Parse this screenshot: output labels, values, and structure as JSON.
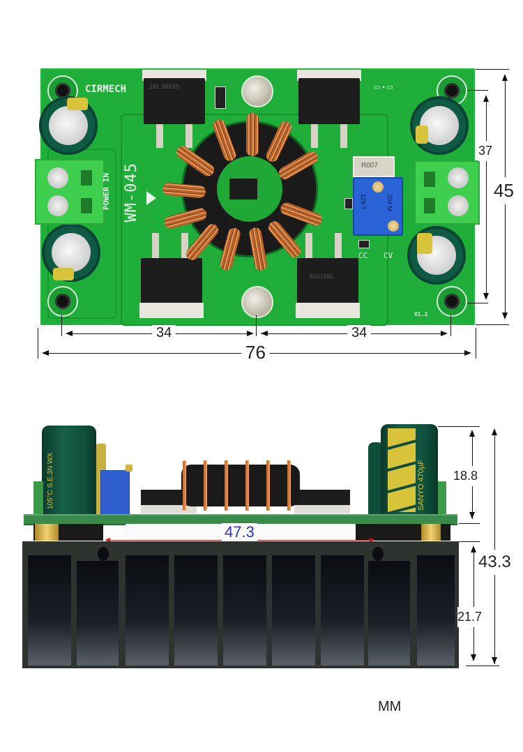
{
  "top_view": {
    "board": {
      "brand_label": "CIRMECH",
      "model_label": "WM-045",
      "power_in_label": "POWER IN",
      "version_label": "V1.2",
      "shunt_label": "R007",
      "pot_label_1": "129 T",
      "pot_label_2": "204 M",
      "led_labels": [
        "CC",
        "CV"
      ],
      "mosfet_top_left_marking": "IRL3803S",
      "mosfet_bottom_right_marking": "B20100G",
      "pcb_color": "#1fae3a"
    },
    "dimensions": {
      "width_total": "76",
      "hole_spacing_left": "34",
      "hole_spacing_right": "34",
      "height_total": "45",
      "hole_spacing_vertical": "37"
    }
  },
  "side_view": {
    "labels": {
      "left_cap_marking": "105°C S.E.3N WX",
      "right_cap_marking": "SANYO 470µF"
    },
    "dimensions": {
      "component_height": "18.8",
      "total_height": "43.3",
      "heatsink_height": "21.7",
      "heatsink_hole_spacing": "47.3"
    },
    "accent_colors": {
      "hole_spacing_text": "#3030c8",
      "hole_spacing_line": "#d01818"
    }
  },
  "units_label": "MM"
}
